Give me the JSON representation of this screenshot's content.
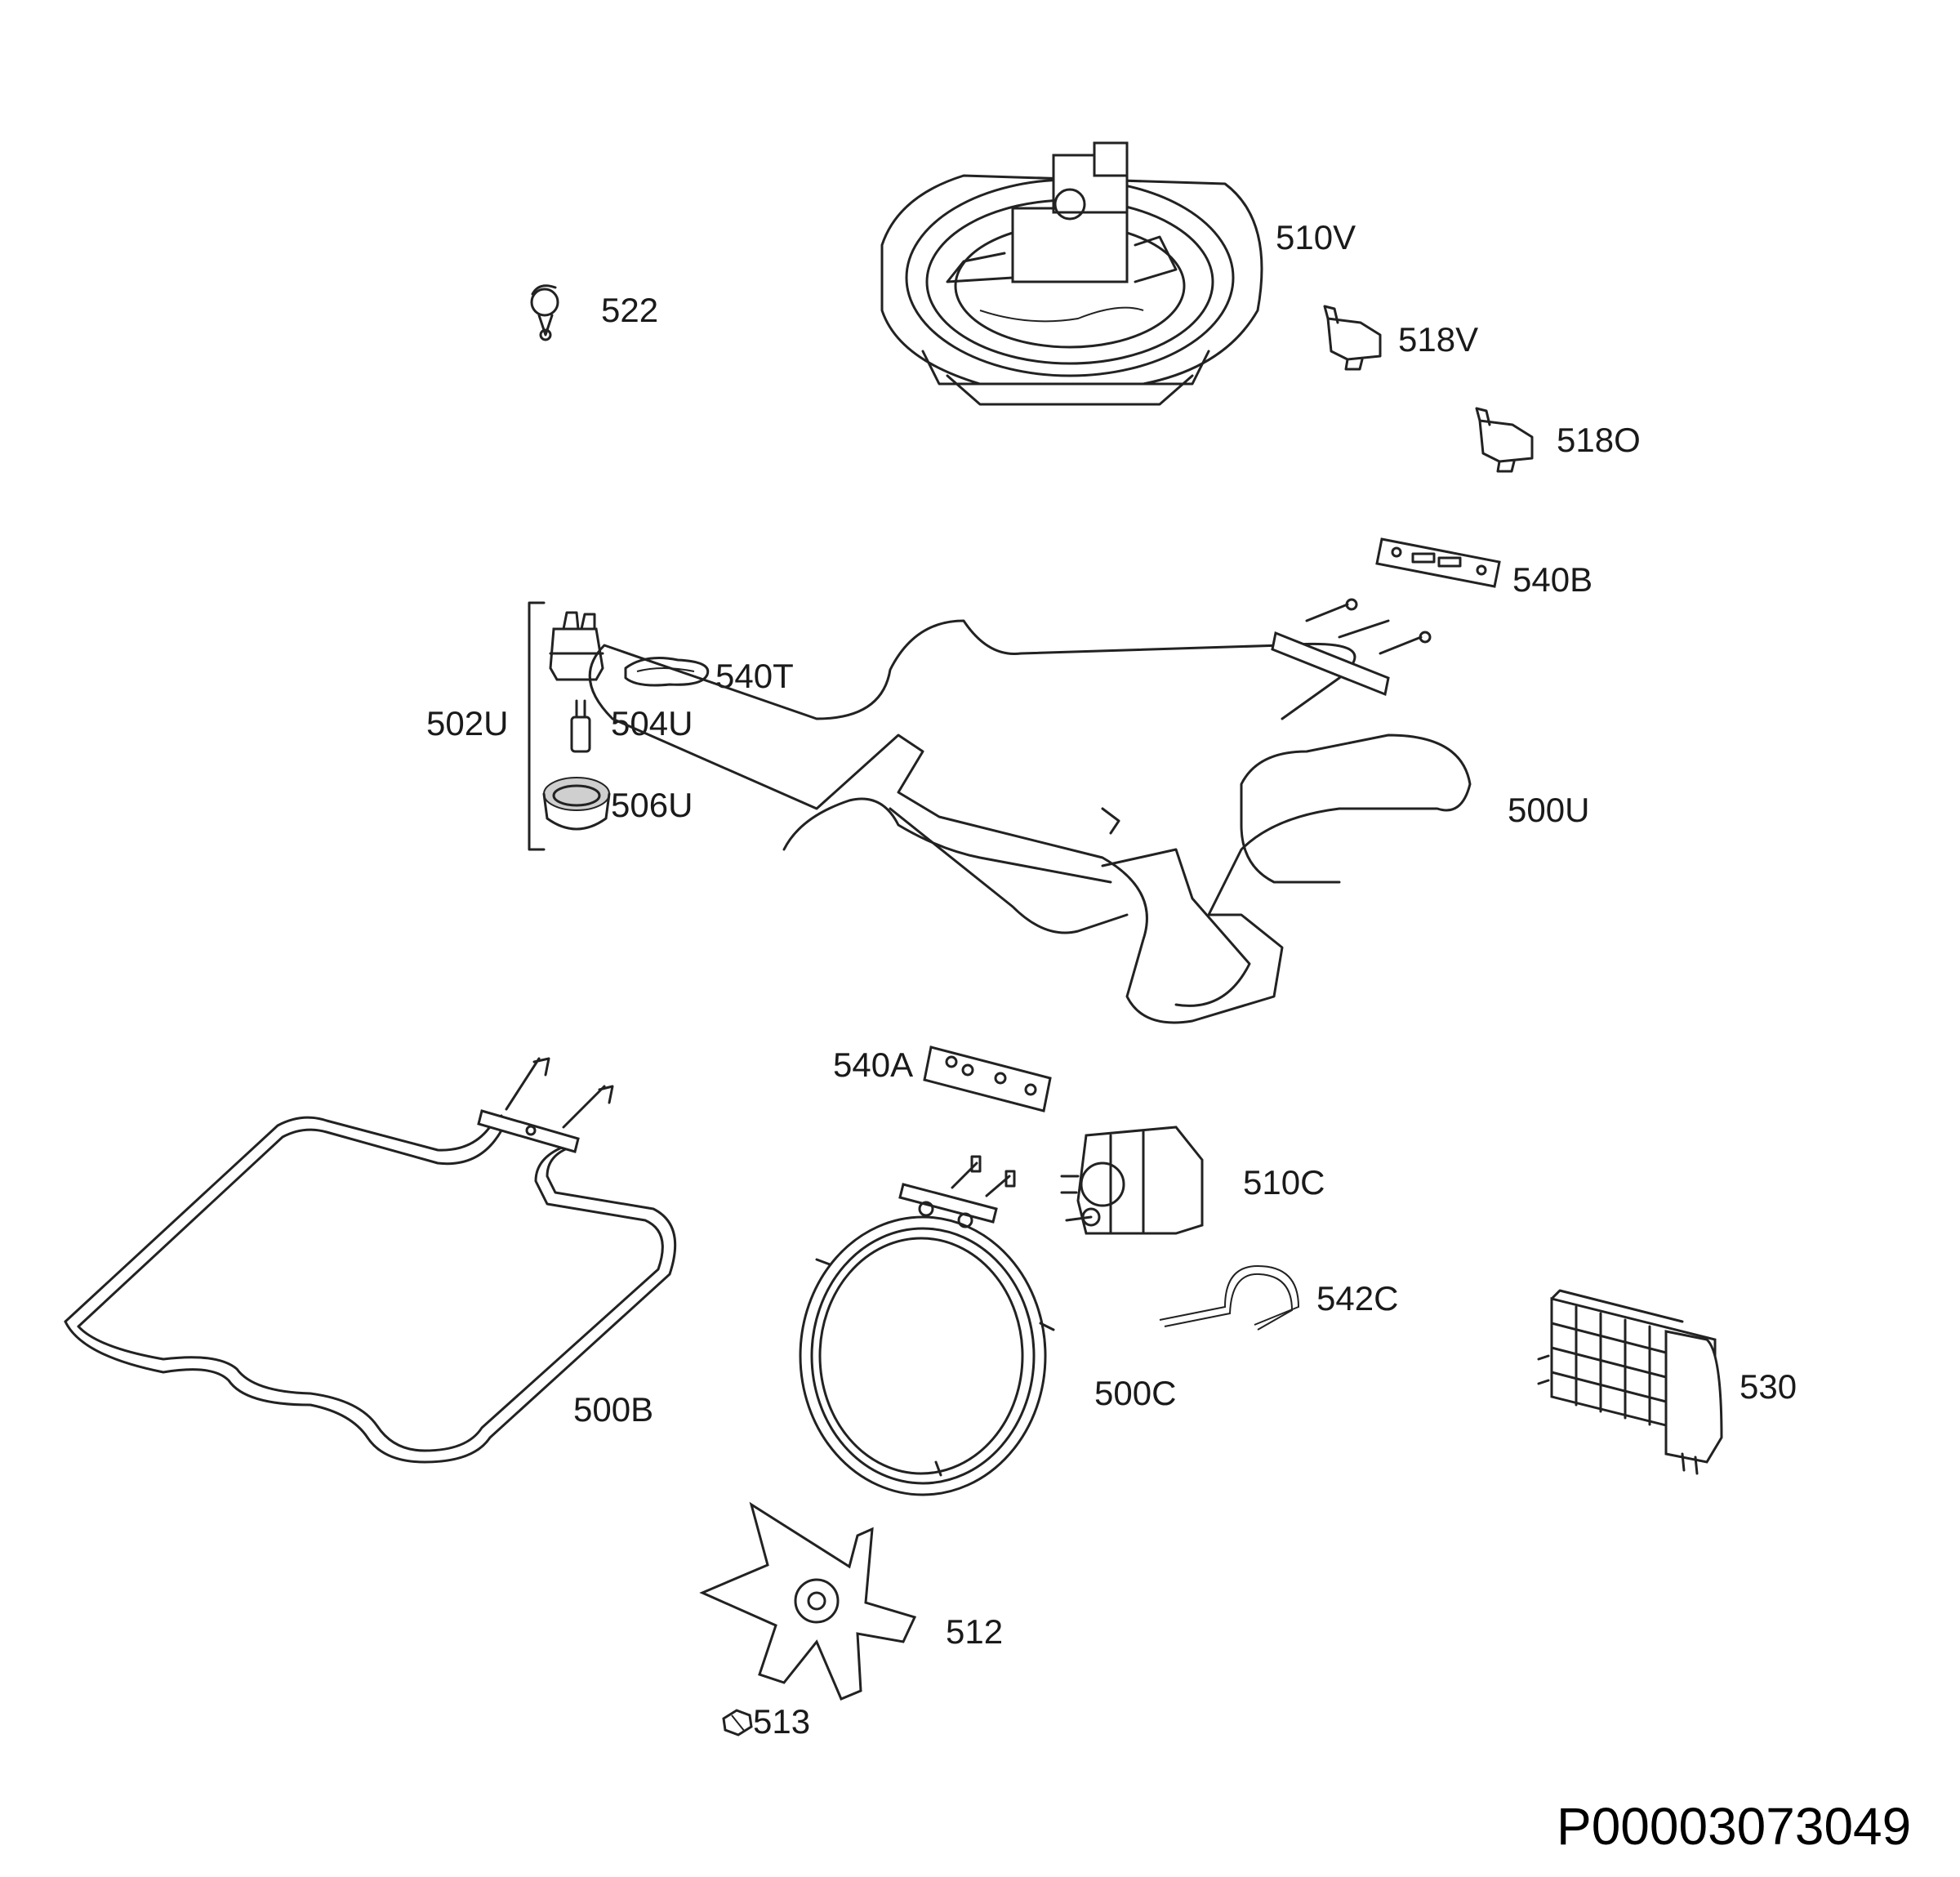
{
  "document_id": "P00003073049",
  "parts": [
    {
      "id": "p510V",
      "label": "510V",
      "icon": "fan-motor-housing-icon"
    },
    {
      "id": "p522",
      "label": "522",
      "icon": "clip-icon"
    },
    {
      "id": "p518V",
      "label": "518V",
      "icon": "bracket-icon"
    },
    {
      "id": "p518O",
      "label": "518O",
      "icon": "bracket-icon"
    },
    {
      "id": "p540B",
      "label": "540B",
      "icon": "gasket-plate-icon"
    },
    {
      "id": "p540T",
      "label": "540T",
      "icon": "gasket-icon"
    },
    {
      "id": "p502U",
      "label": "502U",
      "icon": "lamp-assembly-bracket-icon"
    },
    {
      "id": "p504U",
      "label": "504U",
      "icon": "lamp-bulb-icon"
    },
    {
      "id": "p506U",
      "label": "506U",
      "icon": "lamp-cover-icon"
    },
    {
      "id": "p500U",
      "label": "500U",
      "icon": "grill-heating-element-icon"
    },
    {
      "id": "p540A",
      "label": "540A",
      "icon": "gasket-plate-icon"
    },
    {
      "id": "p510C",
      "label": "510C",
      "icon": "fan-motor-icon"
    },
    {
      "id": "p542C",
      "label": "542C",
      "icon": "wire-clip-icon"
    },
    {
      "id": "p500B",
      "label": "500B",
      "icon": "bottom-heating-element-icon"
    },
    {
      "id": "p500C",
      "label": "500C",
      "icon": "circular-heating-element-icon"
    },
    {
      "id": "p530",
      "label": "530",
      "icon": "terminal-block-icon"
    },
    {
      "id": "p512",
      "label": "512",
      "icon": "fan-blade-icon"
    },
    {
      "id": "p513",
      "label": "513",
      "icon": "nut-icon"
    }
  ]
}
